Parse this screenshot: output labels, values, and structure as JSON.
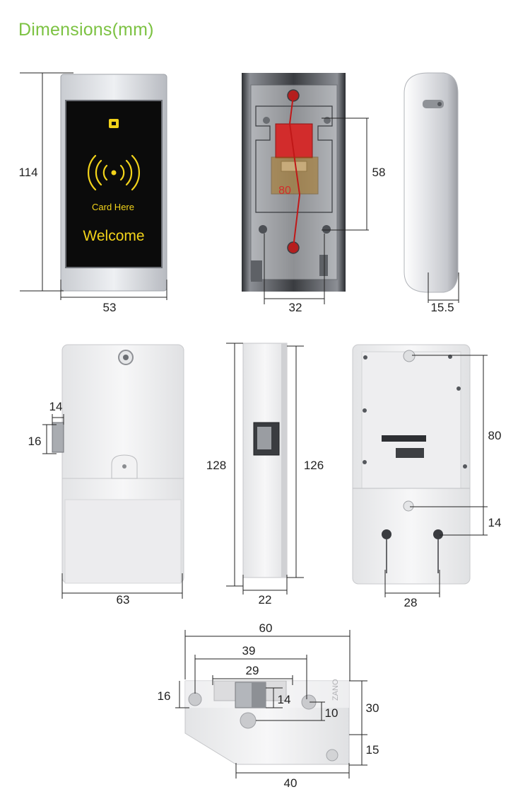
{
  "title": "Dimensions(mm)",
  "front_view": {
    "screen_card_text": "Card Here",
    "screen_welcome_text": "Welcome",
    "height_label": "114",
    "width_label": "53"
  },
  "back_view": {
    "pcb_number": "80",
    "hole_spacing_label": "58",
    "hole_width_label": "32"
  },
  "side_view": {
    "depth_label": "15.5"
  },
  "lock_back_view": {
    "width_label": "63",
    "latch_width_label": "14",
    "latch_height_label": "16"
  },
  "lock_side_view": {
    "height_left_label": "128",
    "height_right_label": "126",
    "depth_label": "22"
  },
  "lock_open_view": {
    "height_label": "80",
    "offset_label": "14",
    "hole_spacing_label": "28"
  },
  "bolt_view": {
    "overall_width_label": "60",
    "hole_span_label": "39",
    "bolt_width_label": "29",
    "side_height_label": "16",
    "bolt_height_label": "14",
    "hole_offset_label": "10",
    "body_height_label": "30",
    "tab_height_label": "15",
    "base_width_label": "40"
  },
  "colors": {
    "title_green": "#7cc242",
    "screen_yellow": "#f2d31a",
    "screen_black": "#0b0b0b",
    "pcb_red": "#d22c2c"
  }
}
